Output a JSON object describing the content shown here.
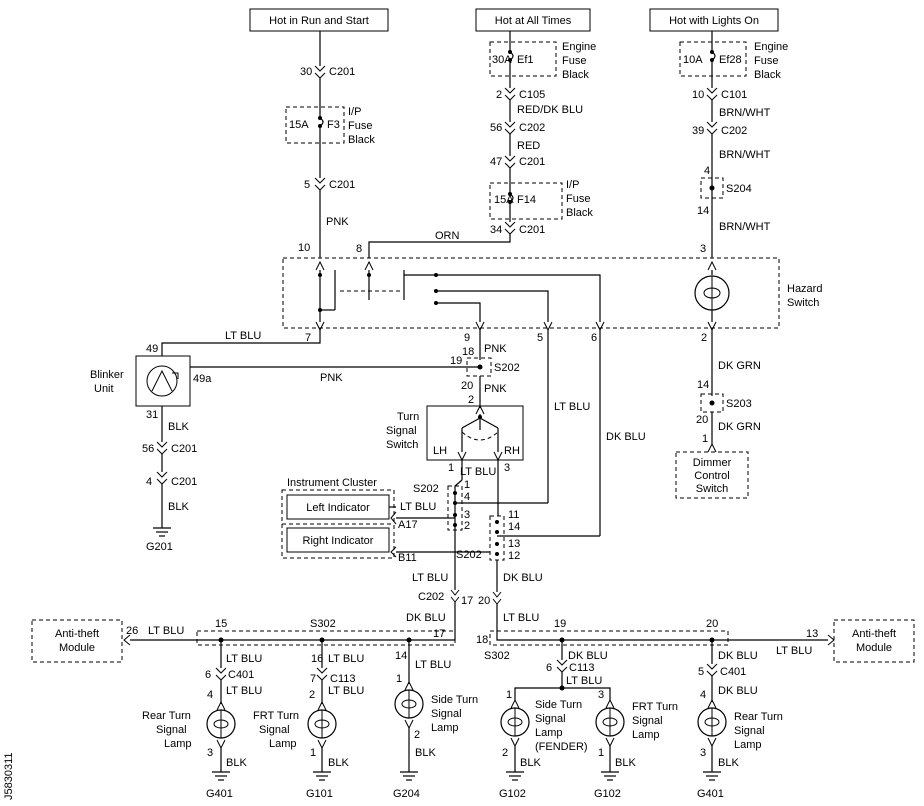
{
  "sources": {
    "run_start": "Hot in Run and Start",
    "all_times": "Hot at All Times",
    "lights_on": "Hot with Lights On"
  },
  "fuses": {
    "ef1": {
      "amps": "30A",
      "id": "Ef1",
      "line1": "Engine",
      "line2": "Fuse",
      "line3": "Black"
    },
    "ef28": {
      "amps": "10A",
      "id": "Ef28",
      "line1": "Engine",
      "line2": "Fuse",
      "line3": "Black"
    },
    "f3": {
      "amps": "15A",
      "id": "F3",
      "line1": "I/P",
      "line2": "Fuse",
      "line3": "Black"
    },
    "f14": {
      "amps": "15A",
      "id": "F14",
      "line1": "I/P",
      "line2": "Fuse",
      "line3": "Black"
    }
  },
  "connectors": {
    "c201": "C201",
    "c202": "C202",
    "c105": "C105",
    "c101": "C101",
    "c401": "C401",
    "c113": "C113"
  },
  "splices": {
    "s204": "S204",
    "s202": "S202",
    "s203": "S203",
    "s302": "S302"
  },
  "wires": {
    "pnk": "PNK",
    "orn": "ORN",
    "red_dk_blu": "RED/DK BLU",
    "red": "RED",
    "brn_wht": "BRN/WHT",
    "lt_blu": "LT BLU",
    "dk_blu": "DK BLU",
    "dk_grn": "DK GRN",
    "blk": "BLK"
  },
  "pins": {
    "p30": "30",
    "p5": "5",
    "p10": "10",
    "p8": "8",
    "p2": "2",
    "p56": "56",
    "p47": "47",
    "p34": "34",
    "p39": "39",
    "p4": "4",
    "p14": "14",
    "p3": "3",
    "p7": "7",
    "p9": "9",
    "p6": "6",
    "p49": "49",
    "p49a": "49a",
    "p31": "31",
    "p18": "18",
    "p19": "19",
    "p20": "20",
    "p1": "1",
    "p11": "11",
    "p13": "13",
    "p12": "12",
    "p17": "17",
    "p15": "15",
    "p26": "26",
    "p16": "16"
  },
  "components": {
    "hazard_l1": "Hazard",
    "hazard_l2": "Switch",
    "blinker_l1": "Blinker",
    "blinker_l2": "Unit",
    "turn_l1": "Turn",
    "turn_l2": "Signal",
    "turn_l3": "Switch",
    "lh": "LH",
    "rh": "RH",
    "dimmer_l1": "Dimmer",
    "dimmer_l2": "Control",
    "dimmer_l3": "Switch",
    "cluster_title": "Instrument Cluster",
    "left_indicator": "Left Indicator",
    "right_indicator": "Right Indicator",
    "a17": "A17",
    "b11": "B11",
    "anti_theft_l1": "Anti-theft",
    "anti_theft_l2": "Module",
    "rear_lamp_l1": "Rear Turn",
    "rear_lamp_l2": "Signal",
    "rear_lamp_l3": "Lamp",
    "frt_lamp_l1": "FRT Turn",
    "frt_lamp_l2": "Signal",
    "frt_lamp_l3": "Lamp",
    "side_lamp_l1": "Side Turn",
    "side_lamp_l2": "Signal",
    "side_lamp_l3": "Lamp",
    "side_fender_l4": "(FENDER)"
  },
  "grounds": {
    "g201": "G201",
    "g401": "G401",
    "g101": "G101",
    "g204": "G204",
    "g102": "G102"
  },
  "ref_code": "J5830311"
}
